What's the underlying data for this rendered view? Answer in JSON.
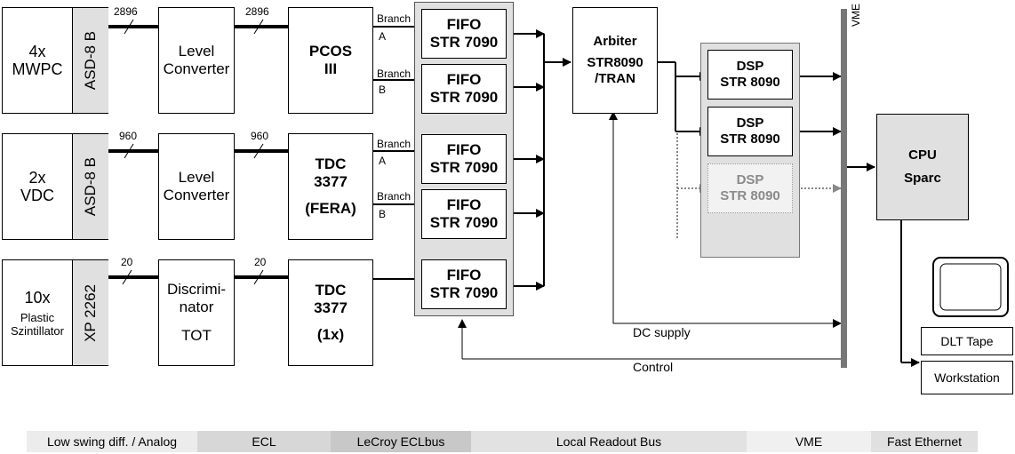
{
  "detectors": [
    {
      "count": "4x",
      "name": "MWPC",
      "amp": "ASD-8 B"
    },
    {
      "count": "2x",
      "name": "VDC",
      "amp": "ASD-8 B"
    },
    {
      "count": "10x",
      "name": "Plastic",
      "name2": "Szintillator",
      "amp": "XP 2262"
    }
  ],
  "wire_counts": {
    "r1a": "2896",
    "r1b": "2896",
    "r2a": "960",
    "r2b": "960",
    "r3a": "20",
    "r3b": "20"
  },
  "converters": [
    {
      "line1": "Level",
      "line2": "Converter"
    },
    {
      "line1": "Level",
      "line2": "Converter"
    },
    {
      "line1": "Discrimi-",
      "line2": "nator",
      "line3": "TOT"
    }
  ],
  "digitizers": [
    {
      "line1": "PCOS",
      "line2": "III"
    },
    {
      "line1": "TDC",
      "line2": "3377",
      "line3": "(FERA)"
    },
    {
      "line1": "TDC",
      "line2": "3377",
      "line3": "(1x)"
    }
  ],
  "branches": [
    {
      "label": "Branch",
      "sub": "A"
    },
    {
      "label": "Branch",
      "sub": "B"
    },
    {
      "label": "Branch",
      "sub": "A"
    },
    {
      "label": "Branch",
      "sub": "B"
    }
  ],
  "fifo": {
    "line1": "FIFO",
    "line2": "STR 7090"
  },
  "arbiter": {
    "line1": "Arbiter",
    "line2": "STR8090",
    "line3": "/TRAN"
  },
  "dsp": {
    "line1": "DSP",
    "line2": "STR 8090"
  },
  "vme_label": "VME",
  "cpu": {
    "line1": "CPU",
    "line2": "Sparc"
  },
  "dlt": "DLT Tape",
  "workstation": "Workstation",
  "dc_supply": "DC supply",
  "control": "Control",
  "legend": [
    "Low swing diff. / Analog",
    "ECL",
    "LeCroy ECLbus",
    "Local Readout Bus",
    "VME",
    "Fast Ethernet"
  ],
  "colors": {
    "panel_gray": "#e0e0e0",
    "vme_bar": "#777777",
    "ghost_text": "#8a8a8a"
  }
}
